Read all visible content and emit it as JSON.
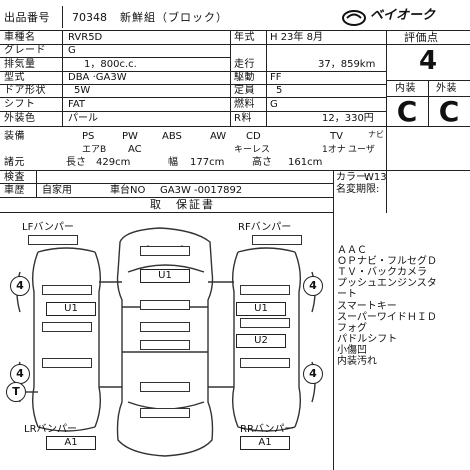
{
  "header": {
    "lot_label": "出品番号",
    "lot_number": "70348",
    "stock_type": "新鮮組（ブロック）",
    "logo_text": "ベイオーク"
  },
  "specs": {
    "car_name_label": "車種名",
    "car_name": "RVR5D",
    "grade_label": "グレード",
    "grade": "G",
    "displacement_label": "排気量",
    "displacement": "1，800c.c.",
    "model_label": "型式",
    "model": "DBA ·GA3W",
    "doors_label": "ドア形状",
    "doors": "5W",
    "shift_label": "シフト",
    "shift": "FAT",
    "color_label": "外装色",
    "color": "パール",
    "year_label": "年式",
    "year": "H 23年  8月",
    "mileage_label": "走行",
    "mileage": "37，859km",
    "drive_label": "駆動",
    "drive": "FF",
    "capacity_label": "定員",
    "capacity": "5",
    "fuel_label": "燃料",
    "fuel": "G",
    "price_label": "R料",
    "price": "12，330円"
  },
  "evaluation": {
    "score_label": "評価点",
    "score": "4",
    "interior_label": "内装",
    "interior": "C",
    "exterior_label": "外装",
    "exterior": "C"
  },
  "equipment": {
    "label": "装備",
    "row1": [
      "PS",
      "PW",
      "ABS",
      "AW",
      "CD",
      "TV",
      "ナビ"
    ],
    "row2": [
      "エアB",
      "AC",
      "キーレス",
      "1オナ",
      "ユーザ"
    ],
    "dims_label": "諸元",
    "length_label": "長さ",
    "length": "429cm",
    "width_label": "幅",
    "width": "177cm",
    "height_label": "高さ",
    "height": "161cm"
  },
  "inspection": {
    "label": "検査",
    "history_label": "車歴",
    "history": "自家用",
    "chassis_label": "車台NO",
    "chassis": "GA3W -0017892",
    "color_code_label": "カラー:",
    "color_code": "W13",
    "rename_label": "名変期限:"
  },
  "diagram": {
    "title": "取　保証書",
    "lf_label": "LFバンパー",
    "rf_label": "RFバンパー",
    "lr_label": "LRバンパー",
    "rr_label": "RRバンパー",
    "lr_code": "A1",
    "rr_code": "A1",
    "u1_left": "U1",
    "u1_center": "U1",
    "u1_right": "U1",
    "u2_right": "U2",
    "tire_tl": "4",
    "tire_tr": "4",
    "tire_bl": "4",
    "tire_br": "4",
    "spare": "T"
  },
  "notes": [
    "ＡＡＣ",
    "ＯＰナビ・フルセグＤ",
    "ＴＶ・バックカメラ",
    "プッシュエンジンスタ",
    "ート",
    "スマートキー",
    "スーパーワイドＨＩＤ",
    "フォグ",
    "パドルシフト",
    "小傷凹",
    "内装汚れ"
  ]
}
